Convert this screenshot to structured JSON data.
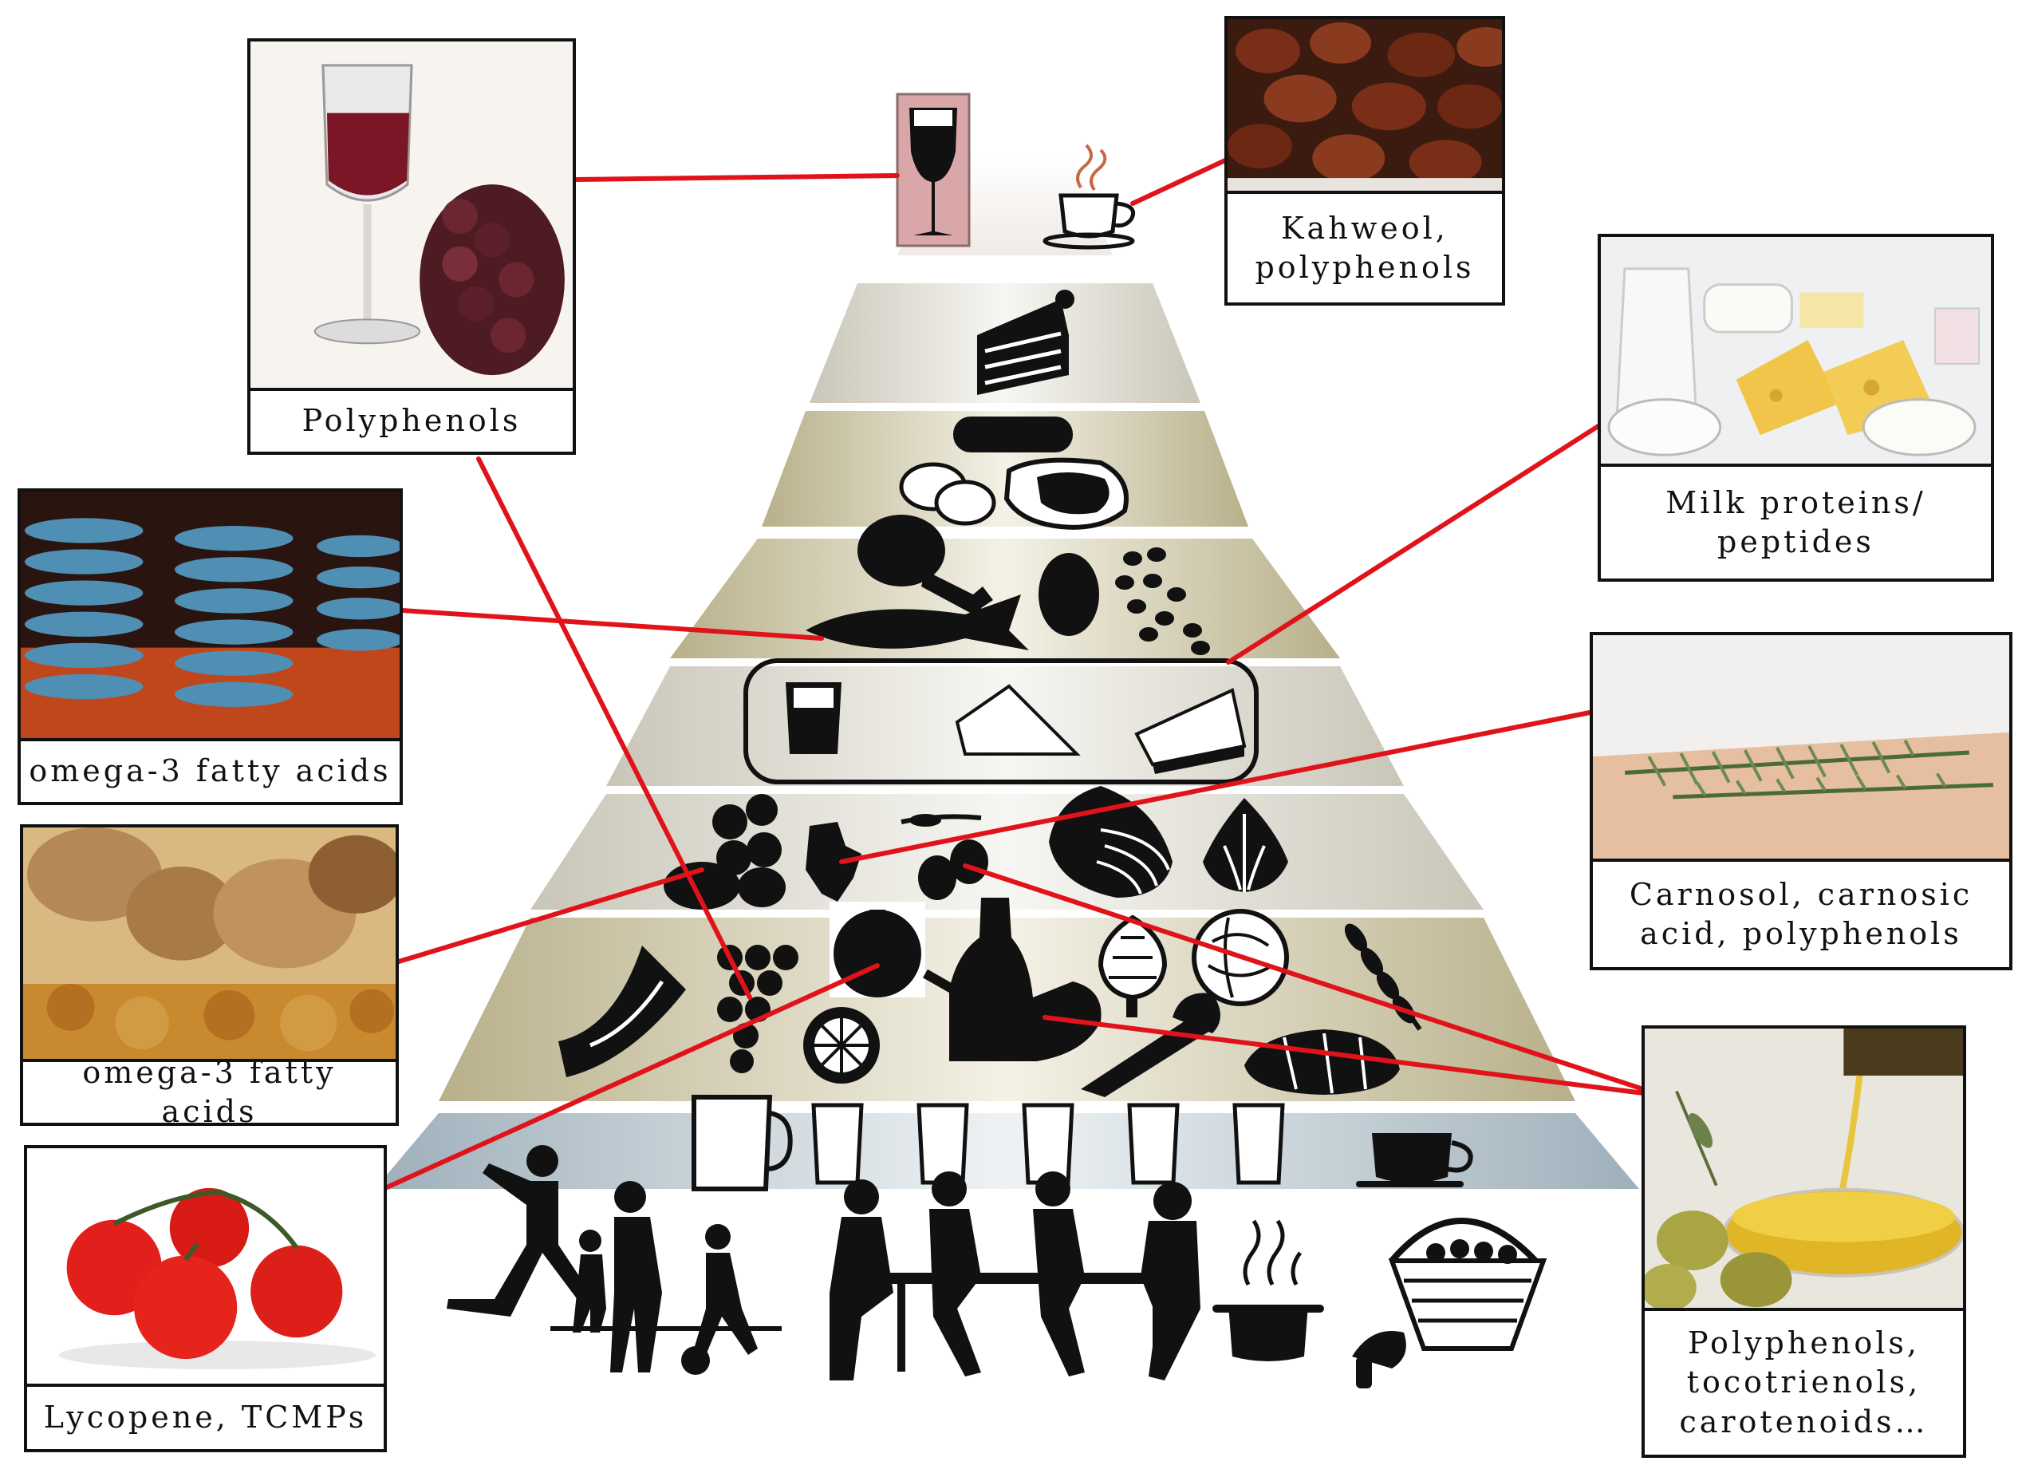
{
  "cards": {
    "wine": "Polyphenols",
    "coffee": "Kahweol,\npolyphenols",
    "dairy": "Milk proteins/\npeptides",
    "fish": "omega-3 fatty acids",
    "walnuts": "omega-3 fatty acids",
    "rosemary": "Carnosol, carnosic\nacid, polyphenols",
    "tomato": "Lycopene, TCMPs",
    "olive_oil": "Polyphenols,\ntocotrienols,\ncarotenoids…"
  },
  "colors": {
    "connector": "#e0131b",
    "icon": "#111111",
    "tier_light": "#f2f1ec",
    "tier_beige": "#cfc9ad",
    "water_band": "#b9c6cf"
  },
  "icons": [
    "wine-glass-icon",
    "coffee-cup-icon",
    "cake-icon",
    "sausage-icon",
    "potato-icon",
    "steak-icon",
    "chicken-leg-icon",
    "egg-icon",
    "beans-icon",
    "fish-icon",
    "yogurt-icon",
    "cheese-icon",
    "hazelnut-icon",
    "parsley-icon",
    "olives-icon",
    "onion-icon",
    "garlic-icon",
    "watermelon-icon",
    "grapes-icon",
    "tomato-icon",
    "orange-slice-icon",
    "oil-jug-icon",
    "artichoke-icon",
    "cabbage-icon",
    "wheat-icon",
    "leek-icon",
    "bread-icon",
    "water-jug-icon",
    "water-glass-icon",
    "tea-cup-icon",
    "exercise-people-icon",
    "family-meal-icon",
    "cooking-pot-icon",
    "mushroom-icon",
    "basket-icon"
  ]
}
